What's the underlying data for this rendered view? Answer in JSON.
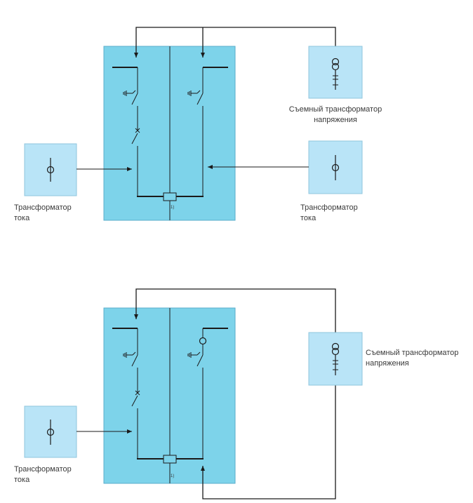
{
  "diagram1": {
    "ct_left": {
      "line1": "Трансформатор",
      "line2": "тока"
    },
    "ct_right": {
      "line1": "Трансформатор",
      "line2": "тока"
    },
    "vt": {
      "line1": "Съемный трансформатор",
      "line2": "напряжения"
    },
    "footnote": "1)"
  },
  "diagram2": {
    "ct_left": {
      "line1": "Трансформатор",
      "line2": "тока"
    },
    "vt": {
      "line1": "Съемный трансформатор",
      "line2": "напряжения"
    },
    "footnote": "1)"
  },
  "colors": {
    "panel_fill": "#7dd3ea",
    "panel_stroke": "#5aaecb",
    "device_fill": "#b9e4f7",
    "device_stroke": "#8fc6de",
    "wire": "#1a1a1a"
  }
}
